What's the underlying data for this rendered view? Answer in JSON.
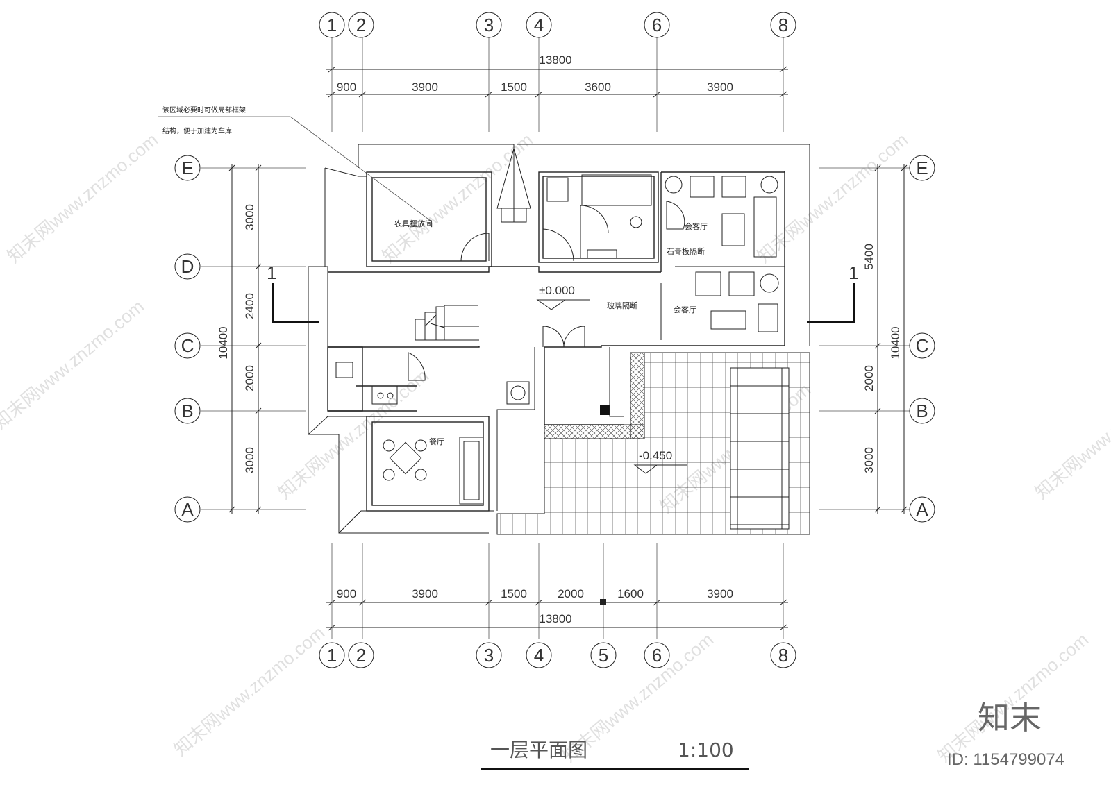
{
  "drawing": {
    "title": "一层平面图",
    "scale": "1:100",
    "logo": "知末",
    "id_label": "ID: 1154799074"
  },
  "note": {
    "line1": "该区域必要时可做局部框架",
    "line2": "结构，便于加建为车库"
  },
  "axes": {
    "top": [
      "1",
      "2",
      "3",
      "4",
      "6",
      "8"
    ],
    "bottom": [
      "1",
      "2",
      "3",
      "4",
      "5",
      "6",
      "8"
    ],
    "left": [
      "E",
      "D",
      "C",
      "B",
      "A"
    ],
    "right": [
      "E",
      "C",
      "B",
      "A"
    ]
  },
  "dimensions": {
    "top_total": "13800",
    "top_segments": [
      "900",
      "3900",
      "1500",
      "3600",
      "3900"
    ],
    "bottom_segments": [
      "900",
      "3900",
      "1500",
      "2000",
      "1600",
      "3900"
    ],
    "bottom_total": "13800",
    "left_segments": [
      "3000",
      "2400",
      "2000",
      "3000"
    ],
    "left_total": "10400",
    "right_segments": [
      "5400",
      "2000",
      "3000"
    ],
    "right_total": "10400"
  },
  "section_marks": [
    "1",
    "1"
  ],
  "rooms": {
    "storage": "农具摆放间",
    "reception1": "会客厅",
    "reception2": "会客厅",
    "gypsum_partition": "石膏板隔断",
    "glass_partition": "玻璃隔断",
    "dining": "餐厅"
  },
  "levels": {
    "main": "±0.000",
    "terrace": "-0.450"
  },
  "watermark": "知末网www.znzmo.com"
}
